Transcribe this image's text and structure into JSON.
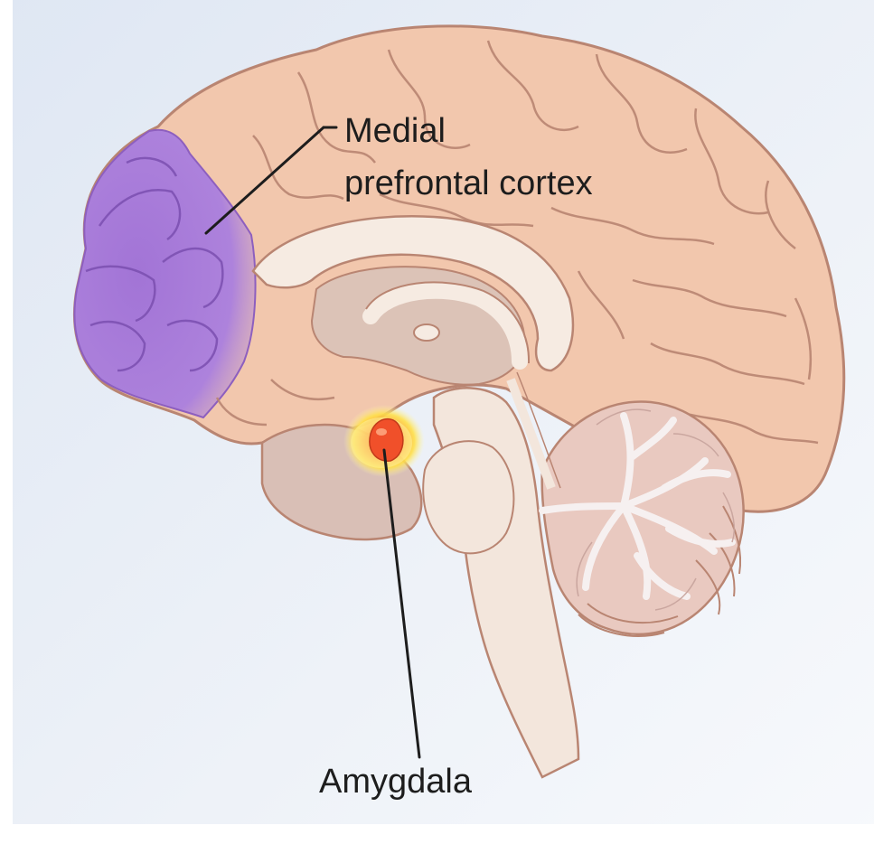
{
  "labels": {
    "medial_prefrontal_cortex_line1": "Medial",
    "medial_prefrontal_cortex_line2": "prefrontal cortex",
    "amygdala": "Amygdala"
  },
  "colors": {
    "background_top": "#e4ebf5",
    "background_bottom": "#f7f9fc",
    "cortex": "#f2c7ad",
    "cortex_fold_line": "#b98572",
    "medial_prefrontal_highlight": "#a97bd9",
    "inner_structures": "#f6ebe2",
    "thalamus_region": "#dcc3b7",
    "brainstem": "#f3e6dc",
    "cerebellum_tissue": "#f1e8ea",
    "cerebellum_folia": "#c7a39c",
    "amygdala_core": "#f0502a",
    "amygdala_glow": "#ffe04a",
    "leader_line": "#1d1d1d"
  }
}
